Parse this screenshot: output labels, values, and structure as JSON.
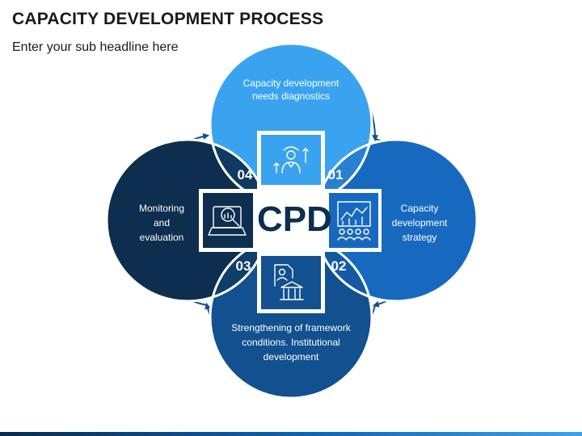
{
  "header": {
    "title": "CAPACITY DEVELOPMENT PROCESS",
    "subtitle": "Enter your sub headline here"
  },
  "center": {
    "label": "CPD"
  },
  "steps": [
    {
      "number": "01",
      "label": "Capacity development needs diagnostics",
      "color": "#3aa3f0",
      "icon": "engineer-growth-icon"
    },
    {
      "number": "02",
      "label": "Capacity development strategy",
      "color": "#1769c0",
      "icon": "strategy-chart-team-icon"
    },
    {
      "number": "03",
      "label": "Strengthening of framework conditions. Institutional development",
      "color": "#12508f",
      "icon": "institution-document-icon"
    },
    {
      "number": "04",
      "label": "Monitoring and evaluation",
      "color": "#0d2e4f",
      "icon": "monitoring-laptop-icon"
    }
  ]
}
